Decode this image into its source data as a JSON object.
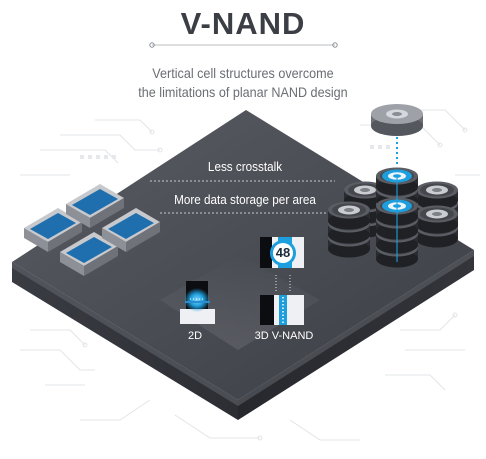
{
  "header": {
    "title": "V-NAND",
    "subtitle_line1": "Vertical cell structures overcome",
    "subtitle_line2": "the limitations of planar NAND design"
  },
  "benefits": {
    "item1": "Less crosstalk",
    "item2": "More data storage per area"
  },
  "cells": {
    "planar_label": "2D",
    "vertical_label": "3D V-NAND",
    "layer_count": "48"
  },
  "colors": {
    "title_text": "#3b3e45",
    "board_top": "#4b4d55",
    "board_side": "#2e3036",
    "accent_blue": "#1e9fdd",
    "chip_blue": "#1f6fae",
    "circuit_lines": "#e3e5e9"
  }
}
